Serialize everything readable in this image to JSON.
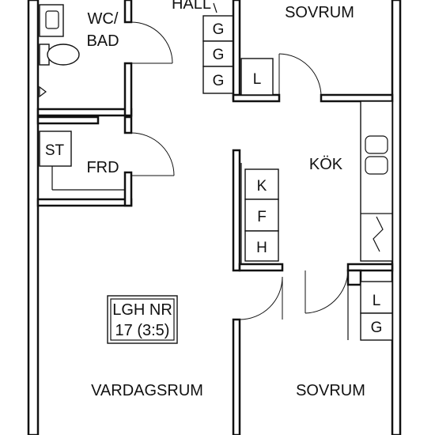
{
  "rooms": {
    "hall": "HALL",
    "wc_line1": "WC/",
    "wc_line2": "BAD",
    "sovrum_top": "SOVRUM",
    "kok": "KÖK",
    "frd": "FRD",
    "st": "ST",
    "vardagsrum": "VARDAGSRUM",
    "sovrum_bottom": "SOVRUM"
  },
  "apartment": {
    "line1": "LGH NR",
    "line2": "17 (3:5)"
  },
  "fixtures": {
    "g": "G",
    "l": "L",
    "k": "K",
    "f": "F",
    "h": "H"
  }
}
